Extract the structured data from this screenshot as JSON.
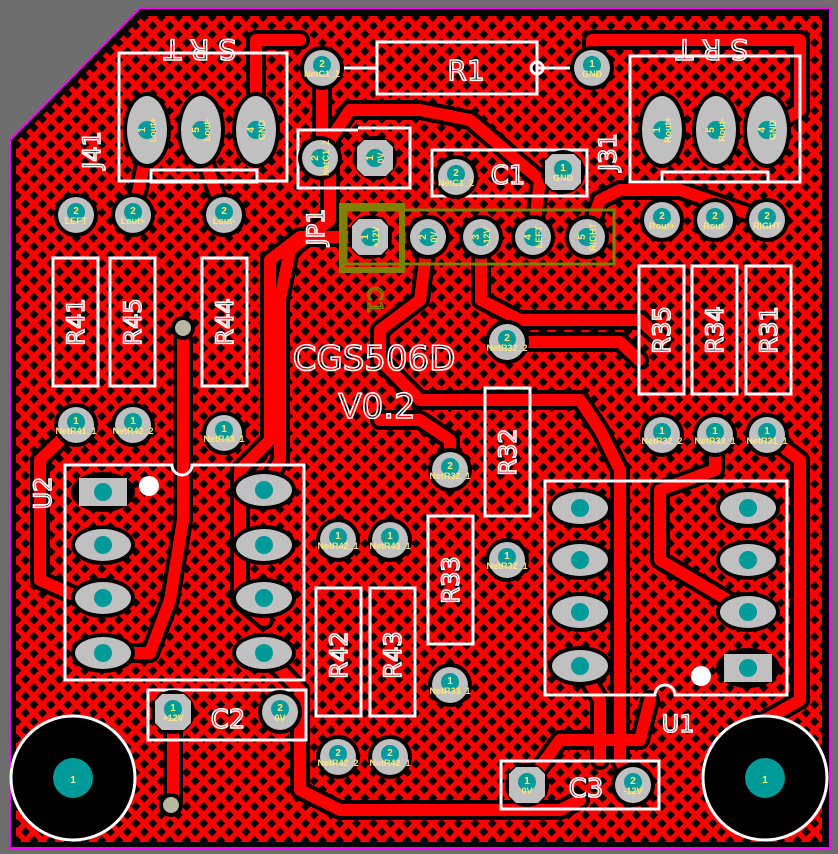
{
  "board": {
    "title": "CGS506D",
    "version": "V0.2",
    "mirrored_bottom_text": [
      "S R T",
      "S R T"
    ],
    "olive_label": "C1",
    "colors": {
      "copper": "#ff0000",
      "outline": "#ff00ff",
      "silk": "#ffffff",
      "pad": "#c0c0c0",
      "hole": "#009a9a",
      "pad_text": "#ffe680",
      "keepout": "#808000",
      "background": "#6e6e6e"
    }
  },
  "designators": {
    "R1": "R1",
    "C1": "C1",
    "JP1": "JP1",
    "J41": "J41",
    "J31": "J31",
    "R41": "R41",
    "R45": "R45",
    "R44": "R44",
    "R35": "R35",
    "R34": "R34",
    "R31": "R31",
    "R32": "R32",
    "R33": "R33",
    "R42": "R42",
    "R43": "R43",
    "U2": "U2",
    "U1": "U1",
    "C2": "C2",
    "C3": "C3"
  },
  "pads": [
    {
      "num": "2",
      "net": "NetC1_2"
    },
    {
      "num": "1",
      "net": "GND"
    },
    {
      "num": "2",
      "net": "NetC1_2"
    },
    {
      "num": "1",
      "net": "0V"
    },
    {
      "num": "2",
      "net": "NetC1_2"
    },
    {
      "num": "1",
      "net": "GND"
    },
    {
      "num": "1",
      "net": "+12V"
    },
    {
      "num": "2",
      "net": "0V"
    },
    {
      "num": "3",
      "net": "-12V"
    },
    {
      "num": "4",
      "net": "LEFT"
    },
    {
      "num": "5",
      "net": "RIGHT"
    },
    {
      "num": "1",
      "net": "Lout+"
    },
    {
      "num": "5",
      "net": "Lout-"
    },
    {
      "num": "4",
      "net": "GND"
    },
    {
      "num": "2",
      "net": "LEFT"
    },
    {
      "num": "2",
      "net": "Lout+"
    },
    {
      "num": "2",
      "net": "Lout-"
    },
    {
      "num": "1",
      "net": "Rout+"
    },
    {
      "num": "5",
      "net": "Rout-"
    },
    {
      "num": "4",
      "net": "GND"
    },
    {
      "num": "2",
      "net": "Rout+"
    },
    {
      "num": "2",
      "net": "Rout-"
    },
    {
      "num": "2",
      "net": "RIGHT"
    },
    {
      "num": "1",
      "net": "NetR41_1"
    },
    {
      "num": "1",
      "net": "NetR42_2"
    },
    {
      "num": "1",
      "net": "NetR43_1"
    },
    {
      "num": "1",
      "net": "NetR32_2"
    },
    {
      "num": "1",
      "net": "NetR33_1"
    },
    {
      "num": "1",
      "net": "NetR31_1"
    },
    {
      "num": "2",
      "net": "NetR32_2"
    },
    {
      "num": "1",
      "net": "NetR32_1"
    },
    {
      "num": "2",
      "net": "NetR32_1"
    },
    {
      "num": "1",
      "net": "NetR33_1"
    },
    {
      "num": "1",
      "net": "NetR42_1"
    },
    {
      "num": "1",
      "net": "NetR43_1"
    },
    {
      "num": "2",
      "net": "NetR42_2"
    },
    {
      "num": "2",
      "net": "NetR42_1"
    },
    {
      "num": "1",
      "net": "+12V"
    },
    {
      "num": "2",
      "net": "0V"
    },
    {
      "num": "1",
      "net": "0V"
    },
    {
      "num": "2",
      "net": "-12V"
    },
    {
      "num": "1",
      "net": ""
    },
    {
      "num": "1",
      "net": ""
    }
  ]
}
